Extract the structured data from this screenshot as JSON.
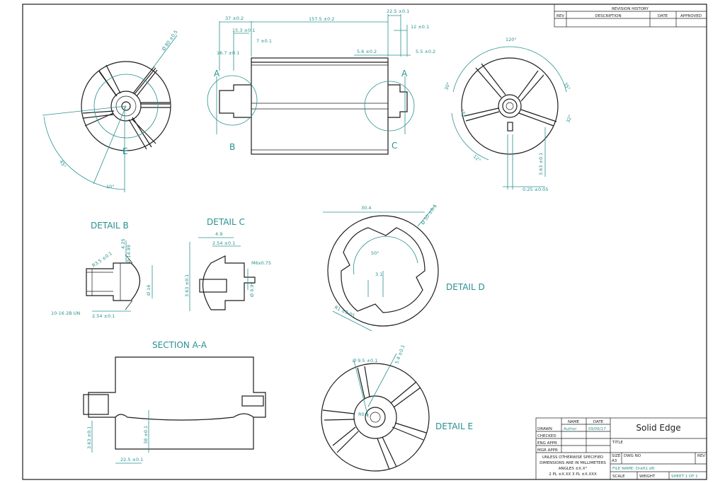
{
  "revision_table": {
    "title": "REVISION HISTORY",
    "columns": [
      "REV",
      "DESCRIPTION",
      "DATE",
      "APPROVED"
    ]
  },
  "title_block": {
    "header_name": "NAME",
    "header_date": "DATE",
    "rows": [
      {
        "label": "DRAWN",
        "name": "Author",
        "date": "09/06/17"
      },
      {
        "label": "CHECKED",
        "name": "",
        "date": ""
      },
      {
        "label": "ENG APPR",
        "name": "",
        "date": ""
      },
      {
        "label": "MGR APPR",
        "name": "",
        "date": ""
      }
    ],
    "notes": [
      "UNLESS OTHERWISE SPECIFIED",
      "DIMENSIONS ARE IN MILLIMETERS",
      "ANGLES ±X.X°",
      "2 PL ±X.XX 3 PL ±X.XXX"
    ],
    "company": "Solid Edge",
    "title_label": "TITLE",
    "size_label": "SIZE",
    "size_value": "A3",
    "dwg_no_label": "DWG NO",
    "rev_label": "REV",
    "file_name": "FILE NAME: Draft1.dft",
    "scale_label": "SCALE",
    "weight_label": "WEIGHT",
    "sheet_label": "SHEET 1 OF 1"
  },
  "view_labels": {
    "section_a_left": "A",
    "section_a_right": "A",
    "detail_b_marker": "B",
    "detail_c_marker": "C",
    "detail_e_marker": "E",
    "detail_b": "DETAIL B",
    "detail_c": "DETAIL C",
    "detail_d": "DETAIL D",
    "detail_e": "DETAIL E",
    "section_aa": "SECTION A-A"
  },
  "dims": {
    "top": [
      "37 ±0.2",
      "15.3 ±0.1",
      "7 ±0.1",
      "16.7 ±0.1",
      "157.5 ±0.2",
      "22.5 ±0.1",
      "12 ±0.1",
      "5.6 ±0.2",
      "5.5 ±0.2"
    ],
    "left_view": [
      "Ø 80 ±0.5",
      "45°",
      "10°"
    ],
    "right_view": [
      "120°",
      "30°",
      "35°",
      "32°",
      "15°",
      "3.63 ±0.1",
      "0.25 ±0.05"
    ],
    "detail_d": [
      "Ø 50 ±0.1",
      "30.4",
      "50°",
      "3.1",
      "R1 ±0.05"
    ],
    "detail_b": [
      "4.25",
      "Ø 14.99",
      "R3.5 ±0.1",
      "Ø 16",
      "10-16 2B UN",
      "2.54 ±0.1"
    ],
    "detail_c": [
      "4.9",
      "2.54 ±0.1",
      "M6x0.75",
      "3.63 ±0.1",
      "Ø 9.99"
    ],
    "section": [
      "3.63 ±0.1",
      "38 ±0.1",
      "22.5 ±0.1"
    ],
    "detail_e": [
      "Ø 9.5 ±0.1",
      "5.4 ±0.1",
      "R0.5"
    ]
  },
  "colors": {
    "line": "#1c1c1c",
    "dimension": "#2a9090"
  }
}
